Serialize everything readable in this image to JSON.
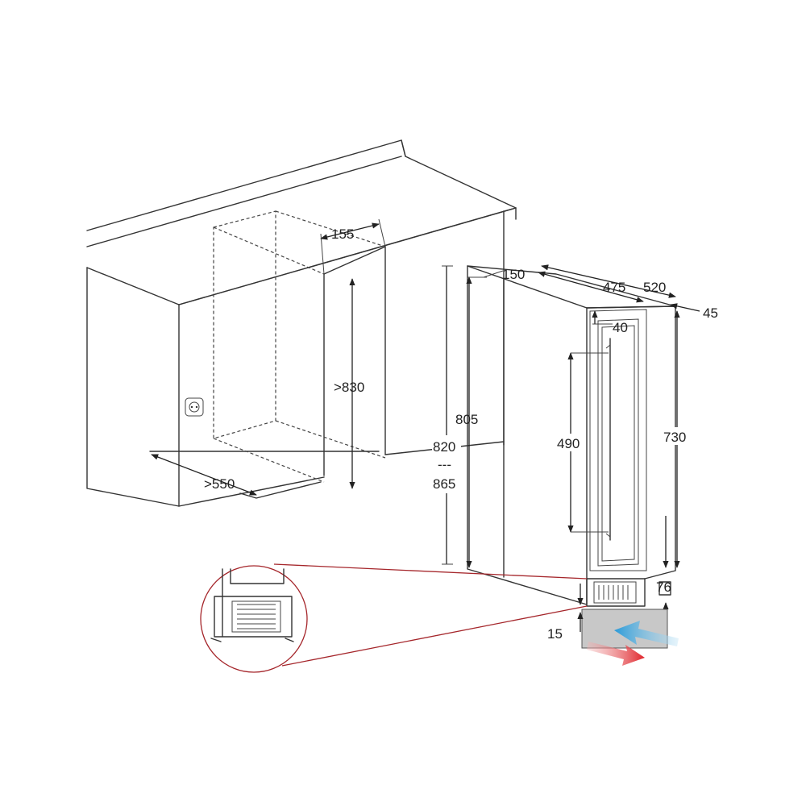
{
  "dimensions": {
    "niche_width": "155",
    "niche_height": ">830",
    "niche_depth": ">550",
    "unit_total_height": "805",
    "worktop_height_min": "820",
    "height_range_separator": "---",
    "worktop_height_max": "865",
    "top_width": "150",
    "body_depth": "475",
    "total_depth": "520",
    "door_offset": "45",
    "door_top_gap": "40",
    "handle_length": "490",
    "door_height": "730",
    "foot_height": "76",
    "plinth_gap": "15"
  },
  "colors": {
    "line": "#333333",
    "callout": "#a5262b",
    "hot_air": "#e0242b",
    "cold_air": "#2a9ad8",
    "plinth_fill": "#c8c8c8"
  },
  "icons": {
    "socket": "power-socket-icon",
    "airflow_out": "hot-air-arrow-icon",
    "airflow_in": "cold-air-arrow-icon"
  }
}
